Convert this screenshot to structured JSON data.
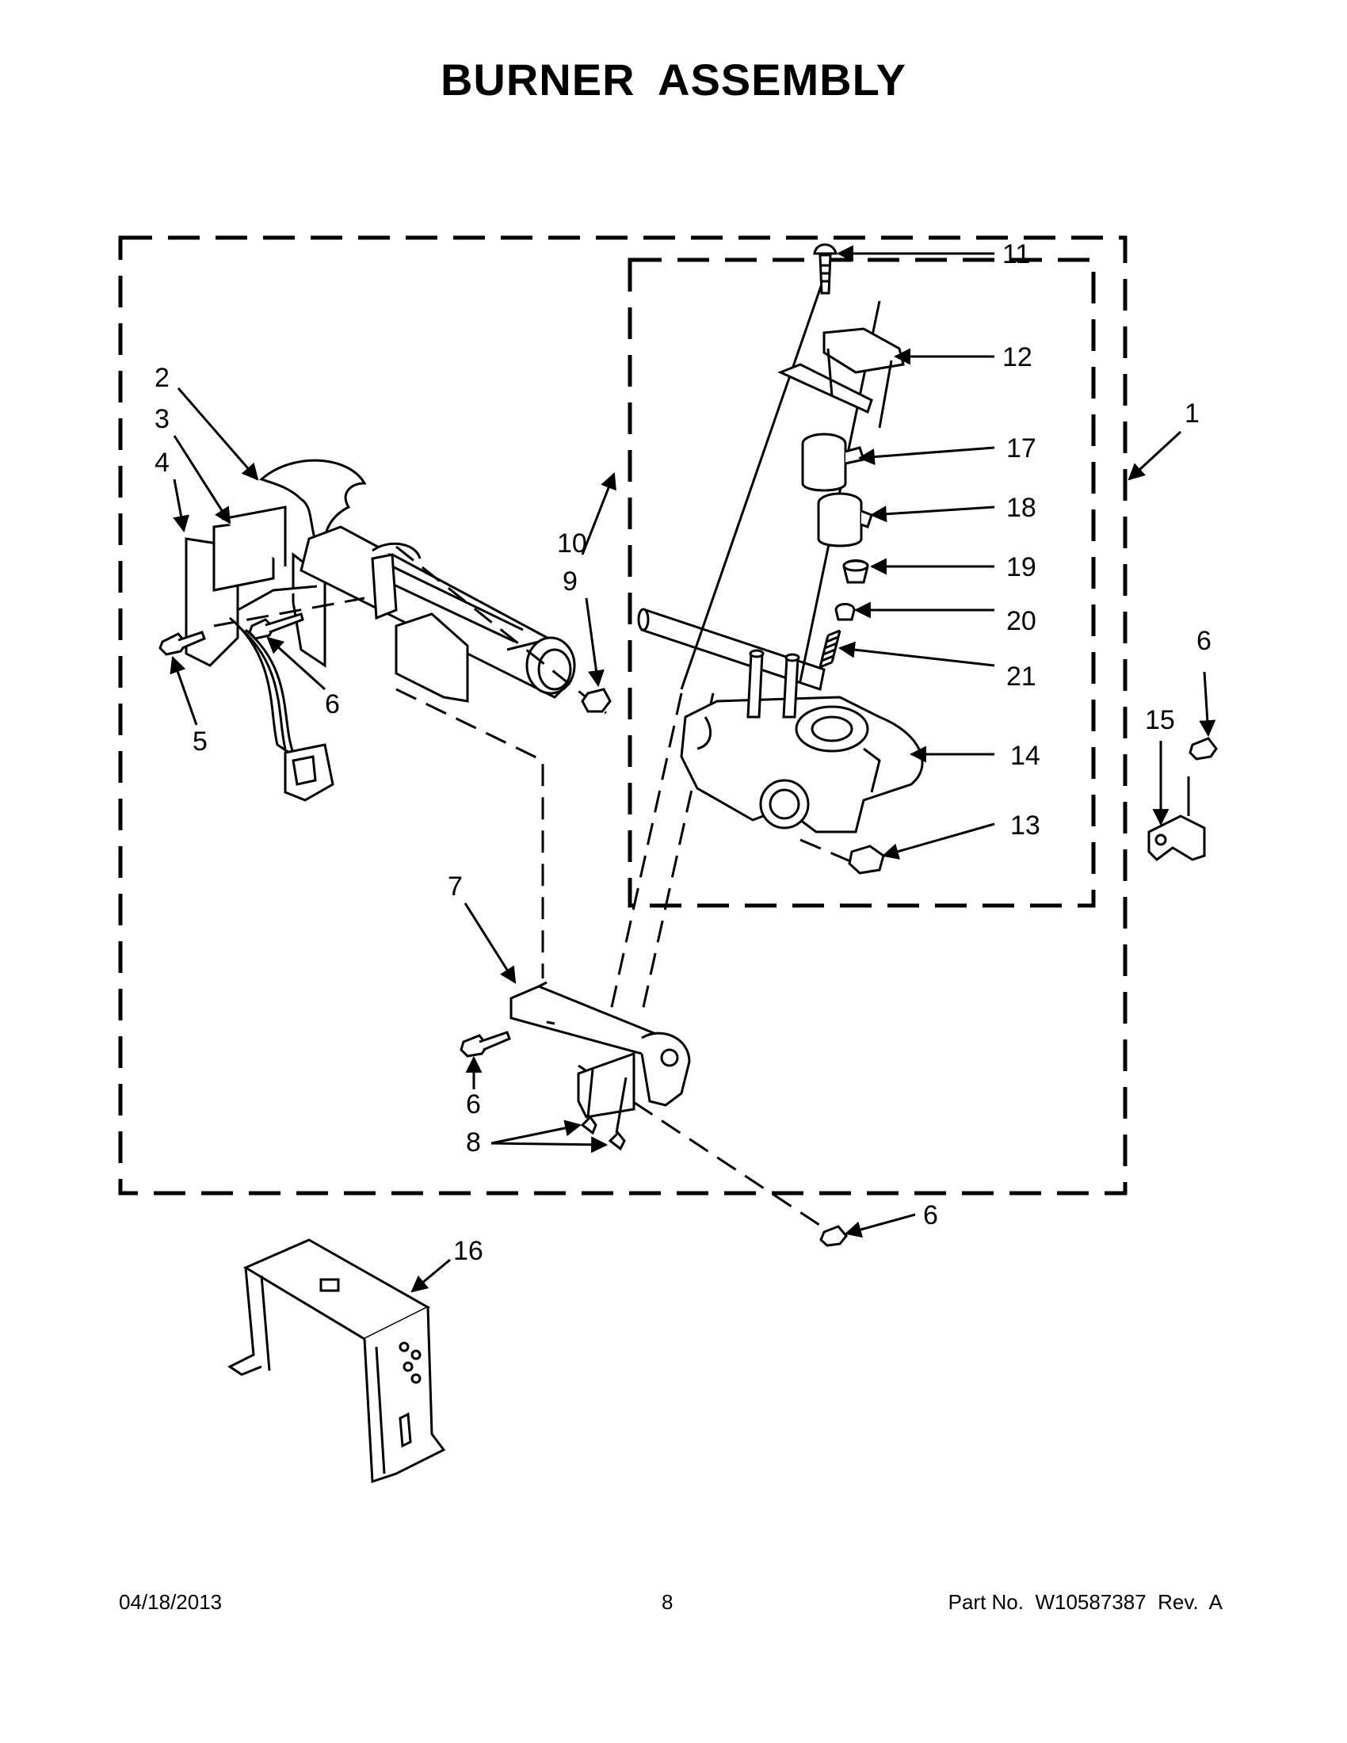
{
  "title": "BURNER ASSEMBLY",
  "callouts": [
    {
      "id": "c1",
      "text": "1"
    },
    {
      "id": "c2",
      "text": "2"
    },
    {
      "id": "c3",
      "text": "3"
    },
    {
      "id": "c4",
      "text": "4"
    },
    {
      "id": "c5",
      "text": "5"
    },
    {
      "id": "c6a",
      "text": "6"
    },
    {
      "id": "c6b",
      "text": "6"
    },
    {
      "id": "c6c",
      "text": "6"
    },
    {
      "id": "c6d",
      "text": "6"
    },
    {
      "id": "c7",
      "text": "7"
    },
    {
      "id": "c8",
      "text": "8"
    },
    {
      "id": "c9",
      "text": "9"
    },
    {
      "id": "c10",
      "text": "10"
    },
    {
      "id": "c11",
      "text": "11"
    },
    {
      "id": "c12",
      "text": "12"
    },
    {
      "id": "c13",
      "text": "13"
    },
    {
      "id": "c14",
      "text": "14"
    },
    {
      "id": "c15",
      "text": "15"
    },
    {
      "id": "c16",
      "text": "16"
    },
    {
      "id": "c17",
      "text": "17"
    },
    {
      "id": "c18",
      "text": "18"
    },
    {
      "id": "c19",
      "text": "19"
    },
    {
      "id": "c20",
      "text": "20"
    },
    {
      "id": "c21",
      "text": "21"
    }
  ],
  "footer": {
    "date": "04/18/2013",
    "page": "8",
    "part": "Part No.  W10587387  Rev.  A"
  }
}
